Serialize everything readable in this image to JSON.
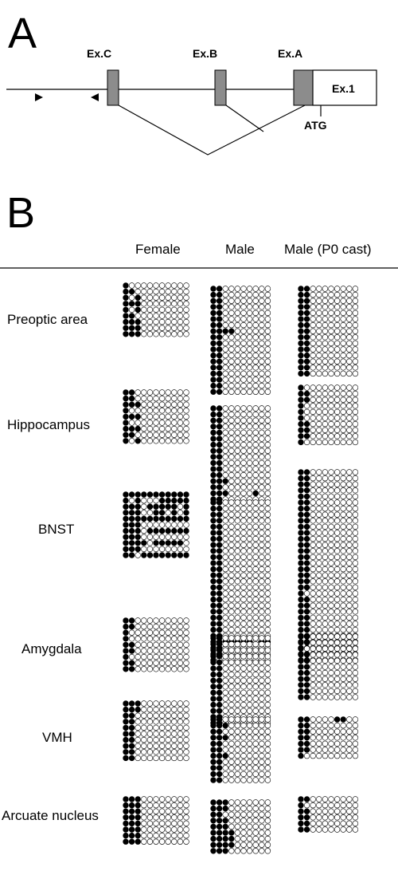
{
  "panel_a": {
    "letter": "A",
    "exons": {
      "ex_c": "Ex.C",
      "ex_b": "Ex.B",
      "ex_a": "Ex.A",
      "ex_1": "Ex.1"
    },
    "atg_label": "ATG",
    "colors": {
      "exon_fill": "#8c8c8c",
      "line": "#000000"
    }
  },
  "panel_b": {
    "letter": "B",
    "columns": [
      "Female",
      "Male",
      "Male (P0 cast)"
    ],
    "colors": {
      "methylated": "#000000",
      "unmethylated": "#ffffff"
    },
    "regions": [
      {
        "label": "Preoptic area",
        "female": [
          "10000000000",
          "11000000000",
          "10100000000",
          "11100000000",
          "10100000000",
          "11000000000",
          "11100000000",
          "11100000000",
          "11100000000"
        ],
        "male": [
          "1100000000",
          "1100000000",
          "1100000000",
          "1100000000",
          "1100000000",
          "1100000000",
          "1100000000",
          "1111000000",
          "1100000000",
          "1100000000",
          "1100000000",
          "1100000000",
          "1100000000",
          "1100000000",
          "1100000000",
          "1100000000",
          "1100000000",
          "1100000000"
        ],
        "cast": [
          "1100000000",
          "1100000000",
          "1100000000",
          "1100000000",
          "1100000000",
          "1100000000",
          "1100000000",
          "1100000000",
          "1100000000",
          "1100000000",
          "1100000000",
          "1100000000",
          "1100000000",
          "1100000000",
          "1100000000"
        ]
      },
      {
        "label": "Hippocampus",
        "female": [
          "11000000000",
          "11000000000",
          "11100000000",
          "10000000000",
          "11100000000",
          "10000000000",
          "11100000000",
          "11000000000",
          "10100000000"
        ],
        "male": [
          "1100000000",
          "1100000000",
          "1100000000",
          "1100000000",
          "1100000000",
          "1100000000",
          "1100000000",
          "1100000000",
          "1100000000",
          "1100000000",
          "1100000000",
          "1100000000",
          "1110000000",
          "1100000000",
          "1110000100",
          "1100000000"
        ],
        "cast": [
          "1000000000",
          "1100000000",
          "1100000000",
          "1000000000",
          "1000000000",
          "1000000000",
          "1100000000",
          "1100000000",
          "1100000000",
          "1000000000"
        ]
      },
      {
        "label": "BNST",
        "female": [
          "11111111111",
          "10100011111",
          "11101111101",
          "11100110101",
          "11111111111",
          "11100000000",
          "11101111111",
          "11100000000",
          "11110111110",
          "11100000000",
          "11011111111"
        ],
        "male": [
          "1100000000",
          "1100000000",
          "1100000000",
          "1100000000",
          "1100000000",
          "1100000000",
          "1100000000",
          "1100000000",
          "1100000000",
          "1100000000",
          "1100000000",
          "1100000000",
          "1100000000",
          "1100000000",
          "1100000000",
          "1100000000",
          "1100000000",
          "1100000000",
          "1100000000",
          "1100000000",
          "1100000000",
          "1100000000",
          "1100000000",
          "1111111011",
          "1100000000",
          "1100000000",
          "1000000000"
        ],
        "cast": [
          "1100000000",
          "1100000000",
          "1100000000",
          "1100000000",
          "1100000000",
          "1100000000",
          "1100000000",
          "1100000000",
          "1100000000",
          "1100000000",
          "1100000000",
          "1100000000",
          "1100000000",
          "1100000000",
          "1100000000",
          "1100000000",
          "1100000000",
          "1100000000",
          "1100000000",
          "1100000000",
          "1000000000",
          "1100000000",
          "1100000000",
          "1100000000",
          "1100000000",
          "1100000000",
          "1100000000",
          "1100000000",
          "1100000000",
          "1100000000",
          "1100000000",
          "1100000000"
        ]
      },
      {
        "label": "Amygdala",
        "female": [
          "11000000000",
          "11000000000",
          "10000000000",
          "10000000000",
          "11000000000",
          "11000000000",
          "10000000000",
          "11000000000",
          "11000000000"
        ],
        "male": [
          "1100000000",
          "1100000000",
          "1100000000",
          "1100000000",
          "1100000000",
          "1100000000",
          "1100000000",
          "1100000000",
          "1100000000",
          "1100000000",
          "1100000000",
          "1100000000",
          "1100000000",
          "1100000000",
          "1100000000"
        ],
        "cast": [
          "1100000000",
          "1100000000",
          "1000000000",
          "1100000000",
          "1100000000",
          "1100000000",
          "1100000000",
          "1100000000",
          "1100000000",
          "1100000000",
          "1100000000"
        ]
      },
      {
        "label": "VMH",
        "female": [
          "11100000000",
          "11100000000",
          "11000000000",
          "11000000000",
          "11000000000",
          "11000000000",
          "11000000000",
          "11000000000",
          "11000000000",
          "11000000000"
        ],
        "male": [
          "1100000000",
          "1110000000",
          "1100000000",
          "1110000000",
          "1100000000",
          "1100000000",
          "1110000000",
          "1100000000",
          "1100000000",
          "1100000000",
          "1100000000"
        ],
        "cast": [
          "1100001100",
          "1100000000",
          "1100000000",
          "1100000000",
          "1100000000",
          "1100000000",
          "1000000000"
        ]
      },
      {
        "label": "Arcuate nucleus",
        "female": [
          "11100000000",
          "11100000000",
          "11100000000",
          "11100000000",
          "11100000000",
          "11100000000",
          "11100000000",
          "11100000000"
        ],
        "male": [
          "1110000000",
          "1110000000",
          "1100000000",
          "1110000000",
          "1110000000",
          "1111000000",
          "1111000000",
          "1111000000",
          "1110000000"
        ],
        "cast": [
          "1100000000",
          "1000000000",
          "1100000000",
          "1100000000",
          "1100000000",
          "1100000000"
        ]
      }
    ]
  }
}
